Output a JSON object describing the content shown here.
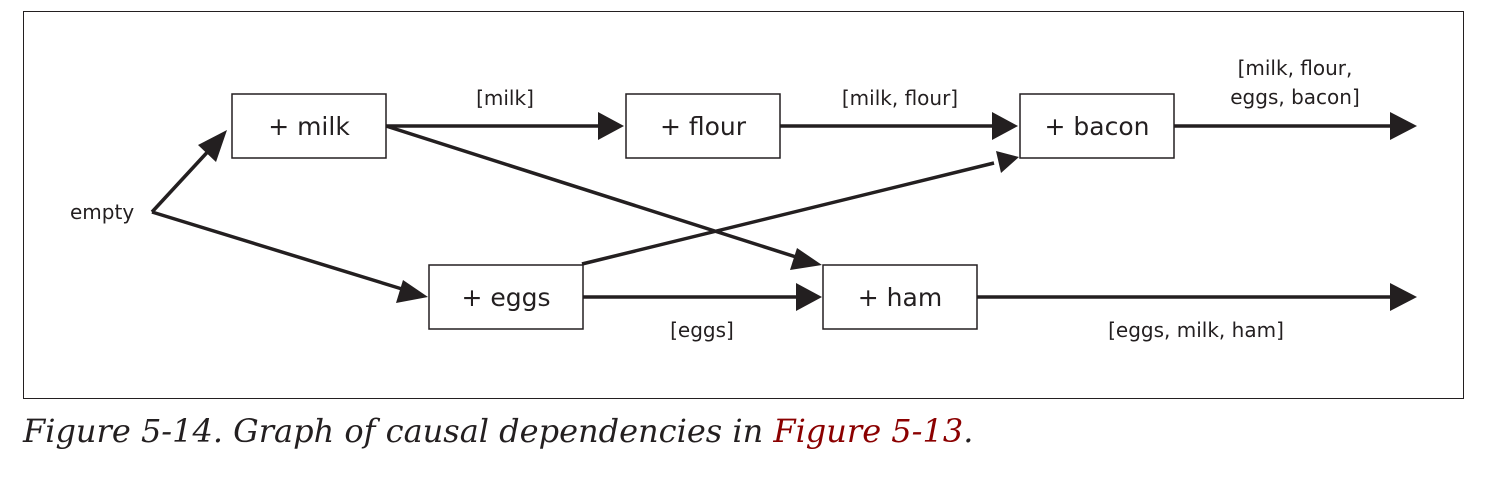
{
  "diagram": {
    "start_label": "empty",
    "nodes": {
      "milk": "+ milk",
      "flour": "+ flour",
      "bacon": "+ bacon",
      "eggs": "+ eggs",
      "ham": "+ ham"
    },
    "edge_labels": {
      "milk_to_flour": "[milk]",
      "flour_to_bacon": "[milk, flour]",
      "bacon_out_line1": "[milk, flour,",
      "bacon_out_line2": "eggs, bacon]",
      "eggs_to_ham": "[eggs]",
      "ham_out": "[eggs, milk, ham]"
    }
  },
  "caption": {
    "text": "Figure 5-14. Graph of causal dependencies in ",
    "ref": "Figure 5-13",
    "end": "."
  },
  "colors": {
    "ink": "#231f20",
    "link": "#8b0000"
  }
}
